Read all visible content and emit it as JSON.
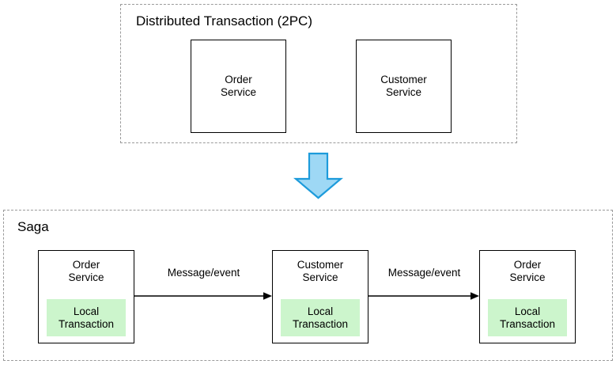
{
  "diagram": {
    "background_color": "#ffffff",
    "groups": [
      {
        "id": "distributed-transaction",
        "title": "Distributed Transaction (2PC)",
        "border_style": "dashed",
        "border_color": "#9a9a9a"
      },
      {
        "id": "saga",
        "title": "Saga",
        "border_style": "dashed",
        "border_color": "#9a9a9a"
      }
    ],
    "twopc_services": [
      {
        "name": "Order\nService"
      },
      {
        "name": "Customer\nService"
      }
    ],
    "saga_services": [
      {
        "name": "Order\nService",
        "local_transaction": "Local\nTransaction"
      },
      {
        "name": "Customer\nService",
        "local_transaction": "Local\nTransaction"
      },
      {
        "name": "Order\nService",
        "local_transaction": "Local\nTransaction"
      }
    ],
    "saga_arrows": [
      {
        "label": "Message/event"
      },
      {
        "label": "Message/event"
      }
    ],
    "transition_arrow": {
      "icon": "down-arrow-icon",
      "fill_color": "#9ed8f5",
      "stroke_color": "#1d9bdb"
    },
    "colors": {
      "local_transaction_fill": "#ccf5cc",
      "box_stroke": "#000000",
      "group_stroke": "#9a9a9a",
      "arrow_stroke": "#000000"
    }
  }
}
